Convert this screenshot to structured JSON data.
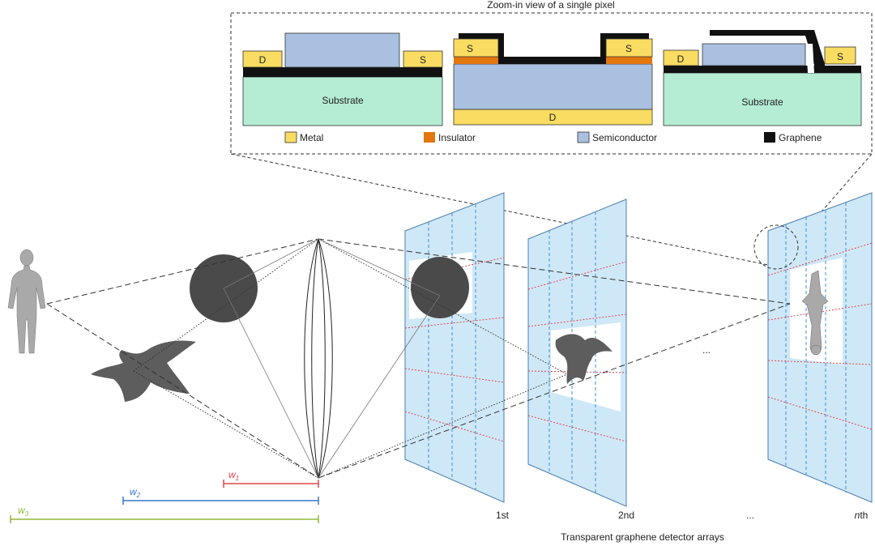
{
  "zoom_title": "Zoom-in view of a single pixel",
  "devices": {
    "d1": {
      "drain": "D",
      "source": "S",
      "substrate": "Substrate"
    },
    "d2": {
      "source_left": "S",
      "source_right": "S",
      "drain": "D"
    },
    "d3": {
      "drain": "D",
      "source": "S",
      "substrate": "Substrate"
    }
  },
  "legend": [
    {
      "label": "Metal",
      "color": "#f9dc61"
    },
    {
      "label": "Insulator",
      "color": "#e2760f"
    },
    {
      "label": "Semiconductor",
      "color": "#a9c0e0"
    },
    {
      "label": "Graphene",
      "color": "#111111"
    }
  ],
  "colors": {
    "substrate": "#b5ecd4",
    "panel": "#cfe8f7",
    "panel_line_blue": "#3a8fd8",
    "panel_line_red": "#e0464a",
    "object": "#5d5d5d",
    "human": "#a9a9a9",
    "w1": "#e0464a",
    "w2": "#3677c7",
    "w3": "#8fb93a"
  },
  "widths": {
    "w1": {
      "symbol": "w",
      "sub": "1"
    },
    "w2": {
      "symbol": "w",
      "sub": "2"
    },
    "w3": {
      "symbol": "w",
      "sub": "3"
    }
  },
  "arrays": {
    "first": "1st",
    "second": "2nd",
    "ellipsis": "...",
    "between": "...",
    "nth_n": "n",
    "nth_suffix": "th",
    "caption": "Transparent graphene detector arrays"
  }
}
